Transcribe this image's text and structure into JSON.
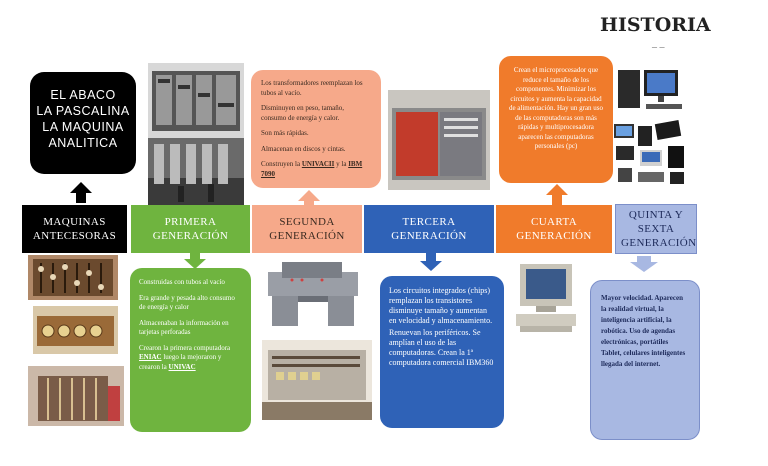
{
  "title": "HISTORIA",
  "title_dash": "_ _",
  "antecesoras": {
    "lines": [
      "EL ABACO",
      "LA PASCALINA",
      "LA MAQUINA",
      "ANALITICA"
    ],
    "band_label": "MAQUINAS ANTECESORAS"
  },
  "primera": {
    "band_label": "PRIMERA GENERACIÓN",
    "items": [
      "Construidas con tubos al vacío",
      "Era grande y pesada alto consumo de energía y calor",
      "Almacenaban la información en tarjetas perforadas",
      "Crearon la primera computadora ",
      "ENIAC",
      " luego la mejoraron y crearon la ",
      "UNIVAC"
    ]
  },
  "segunda": {
    "band_label": "SEGUNDA GENERACIÓN",
    "items": [
      "Los transformadores reemplazan los tubos al vacío.",
      "Disminuyen en peso, tamaño, consumo de energía y calor.",
      "Son más rápidas.",
      "Almacenan en discos y cintas.",
      "Construyen la ",
      "UNIVACII",
      " y la ",
      "IBM 7090"
    ]
  },
  "tercera": {
    "band_label": "TERCERA GENERACIÓN",
    "items": [
      "Los circuitos integrados (chips) remplazan los transistores disminuye tamaño y aumentan en velocidad y almacenamiento.",
      "Renuevan los periféricos. Se amplían el uso de las computadoras. Crean la 1ª computadora comercial IBM360"
    ]
  },
  "cuarta": {
    "band_label": "CUARTA GENERACIÓN",
    "text": "Crean el microprocesador que reduce el tamaño de los componentes. Minimizar los circuitos y aumenta la capacidad de alimentación. Hay un gran uso de las computadoras son más rápidas y multiprocesadora aparecen las computadoras personales (pc)"
  },
  "quinta": {
    "band_label": "QUINTA Y SEXTA GENERACIÓN",
    "text": "Mayor velocidad. Aparecen la realidad virtual, la inteligencia artificial, la robótica. Uso de agendas electrónicas, portátiles Tablet, celulares inteligentes llegada del internet."
  },
  "colors": {
    "black": "#000000",
    "green": "#6fb43f",
    "peach": "#f6a98a",
    "blue": "#2f62b7",
    "orange": "#f07b2b",
    "lavender": "#a8b8e2"
  },
  "icons": [
    "abacus-photo",
    "pascalina-photo",
    "analytical-engine-photo",
    "eniac-photo",
    "vacuum-tube-computer-photo",
    "ibm-console-photo",
    "univac-photo",
    "ibm360-photo",
    "pc-photo",
    "desktop-pc-photo",
    "devices-collage-photo"
  ]
}
